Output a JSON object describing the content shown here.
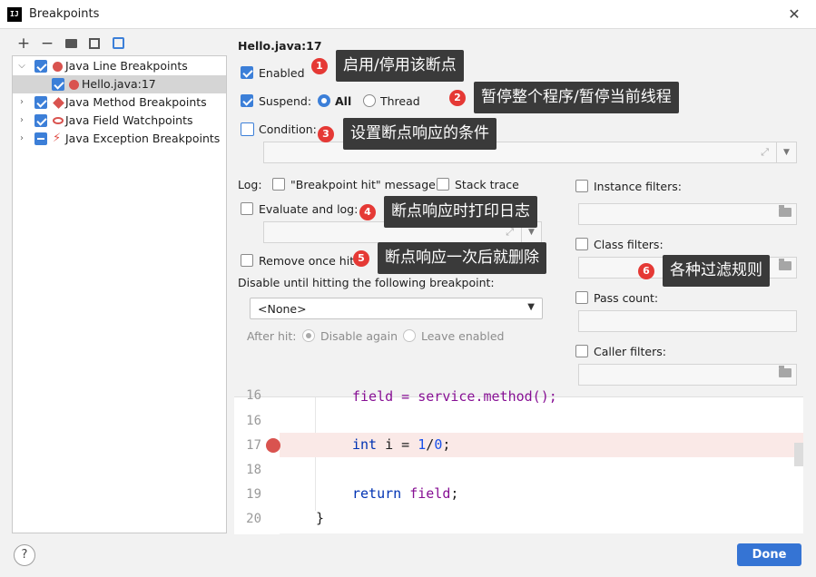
{
  "window": {
    "title": "Breakpoints",
    "app_logo_text": "IJ"
  },
  "toolbar": {
    "add": "+",
    "remove": "−"
  },
  "tree": [
    {
      "label": "Java Line Breakpoints",
      "checked": "on",
      "icon": "breakpoint-dot-icon"
    },
    {
      "label": "Hello.java:17",
      "checked": "on",
      "icon": "breakpoint-dot-icon",
      "selected": true
    },
    {
      "label": "Java Method Breakpoints",
      "checked": "on",
      "icon": "method-breakpoint-icon"
    },
    {
      "label": "Java Field Watchpoints",
      "checked": "on",
      "icon": "field-watchpoint-icon"
    },
    {
      "label": "Java Exception Breakpoints",
      "checked": "partial",
      "icon": "exception-bolt-icon"
    }
  ],
  "detail": {
    "header": "Hello.java:17",
    "enabled": "Enabled",
    "suspend": "Suspend:",
    "suspend_all": "All",
    "suspend_thread": "Thread",
    "condition": "Condition:",
    "log": "Log:",
    "log_message": "\"Breakpoint hit\" message",
    "stack_trace": "Stack trace",
    "evaluate_log": "Evaluate and log:",
    "remove_once_hit": "Remove once hit",
    "disable_until": "Disable until hitting the following breakpoint:",
    "none_option": "<None>",
    "after_hit": "After hit:",
    "disable_again": "Disable again",
    "leave_enabled": "Leave enabled",
    "instance_filters": "Instance filters:",
    "class_filters": "Class filters:",
    "pass_count": "Pass count:",
    "caller_filters": "Caller filters:"
  },
  "callouts": [
    {
      "num": "1",
      "text": "启用/停用该断点"
    },
    {
      "num": "2",
      "text": "暂停整个程序/暂停当前线程"
    },
    {
      "num": "3",
      "text": "设置断点响应的条件"
    },
    {
      "num": "4",
      "text": "断点响应时打印日志"
    },
    {
      "num": "5",
      "text": "断点响应一次后就删除"
    },
    {
      "num": "6",
      "text": "各种过滤规则"
    }
  ],
  "code": {
    "line_numbers": [
      "16",
      "16",
      "17",
      "18",
      "19",
      "20"
    ],
    "line16_partial": "field = service.method();",
    "line17_kw": "int",
    "line17_var": " i = ",
    "line17_num1": "1",
    "line17_op": "/",
    "line17_num2": "0",
    "line17_end": ";",
    "line19_kw": "return",
    "line19_field": "field",
    "line19_end": ";",
    "line20": "}"
  },
  "footer": {
    "help": "?",
    "done": "Done"
  },
  "colors": {
    "accent": "#3c7fd8",
    "breakpoint": "#d9534f",
    "callout_bg": "#3a3a3a",
    "badge": "#e53935"
  }
}
